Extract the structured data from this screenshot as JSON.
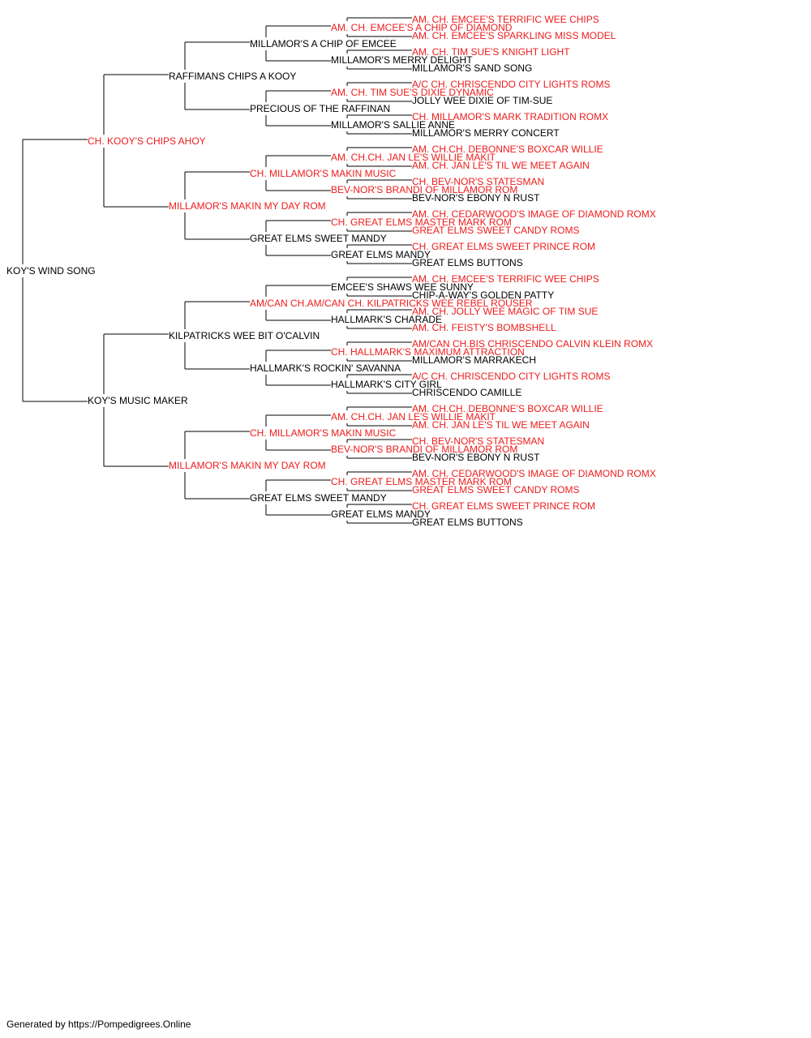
{
  "colors": {
    "champion": "#ee1c1c",
    "normal": "#000000",
    "line": "#000000"
  },
  "pedigree": {
    "name": "KOY'S WIND SONG",
    "champion": false,
    "sire": {
      "name": "CH. KOOY'S CHIPS AHOY",
      "champion": true,
      "sire": {
        "name": "RAFFIMANS CHIPS A KOOY",
        "champion": false,
        "sire": {
          "name": "MILLAMOR'S A CHIP OF EMCEE",
          "champion": false,
          "sire": {
            "name": "AM. CH. EMCEE'S A CHIP OF DIAMOND",
            "champion": true,
            "sire": {
              "name": "AM. CH. EMCEE'S TERRIFIC WEE CHIPS",
              "champion": true
            },
            "dam": {
              "name": "AM. CH. EMCEE'S SPARKLING MISS MODEL",
              "champion": true
            }
          },
          "dam": {
            "name": "MILLAMOR'S MERRY DELIGHT",
            "champion": false,
            "sire": {
              "name": "AM. CH. TIM SUE'S KNIGHT LIGHT",
              "champion": true
            },
            "dam": {
              "name": "MILLAMOR'S SAND SONG",
              "champion": false
            }
          }
        },
        "dam": {
          "name": "PRECIOUS OF THE RAFFINAN",
          "champion": false,
          "sire": {
            "name": "AM. CH. TIM SUE'S DIXIE DYNAMIC",
            "champion": true,
            "sire": {
              "name": "A/C CH. CHRISCENDO CITY LIGHTS ROMS",
              "champion": true
            },
            "dam": {
              "name": "JOLLY WEE DIXIE OF TIM-SUE",
              "champion": false
            }
          },
          "dam": {
            "name": "MILLAMOR'S SALLIE ANNE",
            "champion": false,
            "sire": {
              "name": "CH. MILLAMOR'S MARK TRADITION ROMX",
              "champion": true
            },
            "dam": {
              "name": "MILLAMOR'S MERRY CONCERT",
              "champion": false
            }
          }
        }
      },
      "dam": {
        "name": "MILLAMOR'S MAKIN MY DAY ROM",
        "champion": true,
        "sire": {
          "name": "CH. MILLAMOR'S MAKIN MUSIC",
          "champion": true,
          "sire": {
            "name": "AM. CH.CH. JAN LE'S WILLIE MAKIT",
            "champion": true,
            "sire": {
              "name": "AM. CH.CH. DEBONNE'S BOXCAR WILLIE",
              "champion": true
            },
            "dam": {
              "name": "AM. CH. JAN LE'S TIL WE MEET AGAIN",
              "champion": true
            }
          },
          "dam": {
            "name": "BEV-NOR'S BRANDI OF MILLAMOR ROM",
            "champion": true,
            "sire": {
              "name": "CH. BEV-NOR'S STATESMAN",
              "champion": true
            },
            "dam": {
              "name": "BEV-NOR'S EBONY N RUST",
              "champion": false
            }
          }
        },
        "dam": {
          "name": "GREAT ELMS SWEET MANDY",
          "champion": false,
          "sire": {
            "name": "CH. GREAT ELMS MASTER MARK ROM",
            "champion": true,
            "sire": {
              "name": "AM. CH. CEDARWOOD'S IMAGE OF DIAMOND ROMX",
              "champion": true
            },
            "dam": {
              "name": "GREAT ELMS SWEET CANDY ROMS",
              "champion": true
            }
          },
          "dam": {
            "name": "GREAT ELMS MANDY",
            "champion": false,
            "sire": {
              "name": "CH. GREAT ELMS SWEET PRINCE ROM",
              "champion": true
            },
            "dam": {
              "name": "GREAT ELMS BUTTONS",
              "champion": false
            }
          }
        }
      }
    },
    "dam": {
      "name": "KOY'S MUSIC MAKER",
      "champion": false,
      "sire": {
        "name": "KILPATRICKS WEE BIT O'CALVIN",
        "champion": false,
        "sire": {
          "name": "AM/CAN CH.AM/CAN CH. KILPATRICKS WEE REBEL ROUSER",
          "champion": true,
          "sire": {
            "name": "EMCEE'S SHAWS WEE SUNNY",
            "champion": false,
            "sire": {
              "name": "AM. CH. EMCEE'S TERRIFIC WEE CHIPS",
              "champion": true
            },
            "dam": {
              "name": "CHIP-A-WAY'S GOLDEN PATTY",
              "champion": false
            }
          },
          "dam": {
            "name": "HALLMARK'S CHARADE",
            "champion": false,
            "sire": {
              "name": "AM. CH. JOLLY WEE MAGIC OF TIM SUE",
              "champion": true
            },
            "dam": {
              "name": "AM. CH. FEISTY'S BOMBSHELL",
              "champion": true
            }
          }
        },
        "dam": {
          "name": "HALLMARK'S ROCKIN' SAVANNA",
          "champion": false,
          "sire": {
            "name": "CH. HALLMARK'S MAXIMUM ATTRACTION",
            "champion": true,
            "sire": {
              "name": "AM/CAN CH.BIS CHRISCENDO CALVIN KLEIN ROMX",
              "champion": true
            },
            "dam": {
              "name": "MILLAMOR'S MARRAKECH",
              "champion": false
            }
          },
          "dam": {
            "name": "HALLMARK'S CITY GIRL",
            "champion": false,
            "sire": {
              "name": "A/C CH. CHRISCENDO CITY LIGHTS ROMS",
              "champion": true
            },
            "dam": {
              "name": "CHRISCENDO CAMILLE",
              "champion": false
            }
          }
        }
      },
      "dam": {
        "name": "MILLAMOR'S MAKIN MY DAY ROM",
        "champion": true,
        "sire": {
          "name": "CH. MILLAMOR'S MAKIN MUSIC",
          "champion": true,
          "sire": {
            "name": "AM. CH.CH. JAN LE'S WILLIE MAKIT",
            "champion": true,
            "sire": {
              "name": "AM. CH.CH. DEBONNE'S BOXCAR WILLIE",
              "champion": true
            },
            "dam": {
              "name": "AM. CH. JAN LE'S TIL WE MEET AGAIN",
              "champion": true
            }
          },
          "dam": {
            "name": "BEV-NOR'S BRANDI OF MILLAMOR ROM",
            "champion": true,
            "sire": {
              "name": "CH. BEV-NOR'S STATESMAN",
              "champion": true
            },
            "dam": {
              "name": "BEV-NOR'S EBONY N RUST",
              "champion": false
            }
          }
        },
        "dam": {
          "name": "GREAT ELMS SWEET MANDY",
          "champion": false,
          "sire": {
            "name": "CH. GREAT ELMS MASTER MARK ROM",
            "champion": true,
            "sire": {
              "name": "AM. CH. CEDARWOOD'S IMAGE OF DIAMOND ROMX",
              "champion": true
            },
            "dam": {
              "name": "GREAT ELMS SWEET CANDY ROMS",
              "champion": true
            }
          },
          "dam": {
            "name": "GREAT ELMS MANDY",
            "champion": false,
            "sire": {
              "name": "CH. GREAT ELMS SWEET PRINCE ROM",
              "champion": true
            },
            "dam": {
              "name": "GREAT ELMS BUTTONS",
              "champion": false
            }
          }
        }
      }
    }
  },
  "footer": {
    "text": "Generated by https://Pompedigrees.Online"
  }
}
